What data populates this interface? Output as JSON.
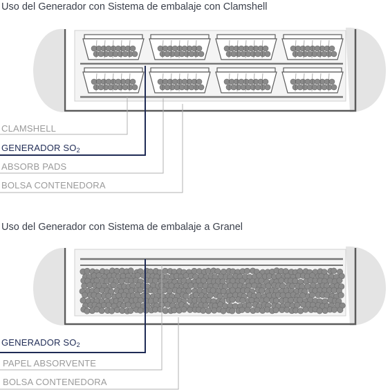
{
  "clamshell": {
    "title": "Uso del Generador con Sistema de embalaje con Clamshell",
    "labels": {
      "clamshell": "CLAMSHELL",
      "generator_main": "GENERADOR SO",
      "generator_sub": "2",
      "absorb_pads": "ABSORB PADS",
      "bag": "BOLSA CONTENEDORA"
    }
  },
  "bulk": {
    "title": "Uso del Generador con Sistema de embalaje a Granel",
    "labels": {
      "generator_main": "GENERADOR SO",
      "generator_sub": "2",
      "paper": "PAPEL ABSORVENTE",
      "bag": "BOLSA CONTENEDORA"
    }
  },
  "colors": {
    "dark_line": "#1f2b55",
    "grey_line": "#b0b0b0",
    "shell": "#e2e2e2",
    "box": "#5a5a5a",
    "fruit": "#8a8a8a"
  }
}
